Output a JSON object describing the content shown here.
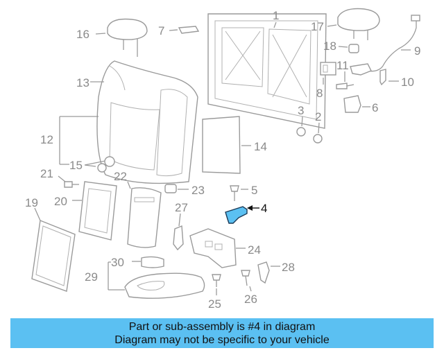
{
  "callouts": {
    "c1": "1",
    "c2": "2",
    "c3": "3",
    "c4": "4",
    "c5": "5",
    "c6": "6",
    "c7": "7",
    "c8": "8",
    "c9": "9",
    "c10": "10",
    "c11": "11",
    "c12": "12",
    "c13": "13",
    "c14": "14",
    "c15": "15",
    "c16": "16",
    "c17": "17",
    "c18": "18",
    "c19": "19",
    "c20": "20",
    "c21": "21",
    "c22": "22",
    "c23": "23",
    "c24": "24",
    "c25": "25",
    "c26": "26",
    "c27": "27",
    "c28": "28",
    "c29": "29",
    "c30": "30"
  },
  "highlight": {
    "part_number": "4",
    "color": "#5bc0f2"
  },
  "caption": {
    "line1": "Part or sub-assembly is #4 in diagram",
    "line2": "Diagram may not be specific to your vehicle"
  }
}
